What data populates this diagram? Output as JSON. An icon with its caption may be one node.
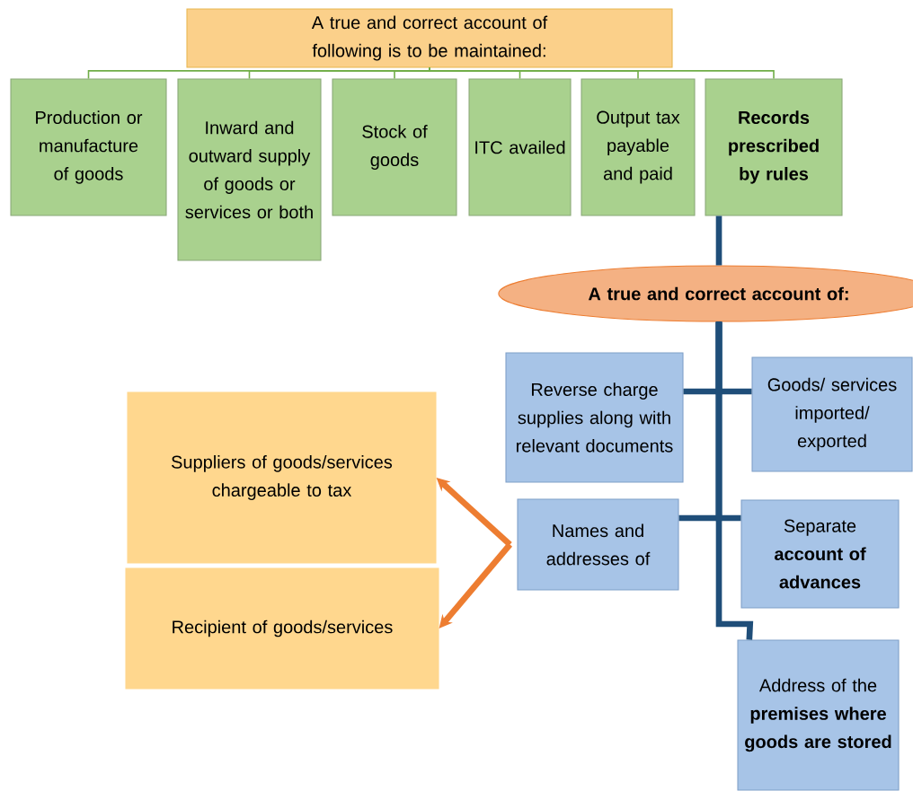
{
  "diagram": {
    "nodes": [
      {
        "text": [
          "A true and correct account of following is to be maintained:"
        ]
      },
      {
        "text": [
          "Production or manufacture of goods"
        ]
      },
      {
        "text": [
          "Inward and outward supply of goods or services or both"
        ]
      },
      {
        "text": [
          "Stock of goods"
        ]
      },
      {
        "text": [
          "ITC availed"
        ]
      },
      {
        "text": [
          "Output tax payable and paid"
        ]
      },
      {
        "text": [
          "Records prescribed by rules"
        ]
      },
      {
        "text": [
          "A true and correct account of:"
        ]
      },
      {
        "text": [
          "Reverse charge supplies along with relevant documents"
        ]
      },
      {
        "text": [
          "Goods/ services imported/ exported"
        ]
      },
      {
        "text": [
          "Names and addresses of"
        ]
      },
      {
        "text": [
          "Separate **account of advances**"
        ]
      },
      {
        "text": [
          "Address of the **premises where goods are stored**"
        ]
      },
      {
        "text": [
          "Suppliers of goods/services chargeable to tax"
        ]
      },
      {
        "text": [
          "Recipient of goods/services"
        ]
      }
    ],
    "edges": [
      {
        "from": 0,
        "to": 1,
        "arrow": "none",
        "color": "#70ad47"
      },
      {
        "from": 0,
        "to": 2,
        "arrow": "none",
        "color": "#70ad47"
      },
      {
        "from": 0,
        "to": 3,
        "arrow": "none",
        "color": "#70ad47"
      },
      {
        "from": 0,
        "to": 4,
        "arrow": "none",
        "color": "#70ad47"
      },
      {
        "from": 0,
        "to": 5,
        "arrow": "none",
        "color": "#70ad47"
      },
      {
        "from": 0,
        "to": 6,
        "arrow": "none",
        "color": "#70ad47"
      },
      {
        "from": 6,
        "to": 7,
        "arrow": "none",
        "color": "#1f4e79"
      },
      {
        "from": 7,
        "to": 8,
        "arrow": "none",
        "color": "#1f4e79"
      },
      {
        "from": 7,
        "to": 9,
        "arrow": "none",
        "color": "#1f4e79"
      },
      {
        "from": 7,
        "to": 10,
        "arrow": "none",
        "color": "#1f4e79"
      },
      {
        "from": 7,
        "to": 11,
        "arrow": "none",
        "color": "#1f4e79"
      },
      {
        "from": 7,
        "to": 12,
        "arrow": "none",
        "color": "#1f4e79"
      },
      {
        "from": 10,
        "to": 13,
        "arrow": "to",
        "color": "#ed7d31"
      },
      {
        "from": 10,
        "to": 14,
        "arrow": "to",
        "color": "#ed7d31"
      }
    ]
  }
}
